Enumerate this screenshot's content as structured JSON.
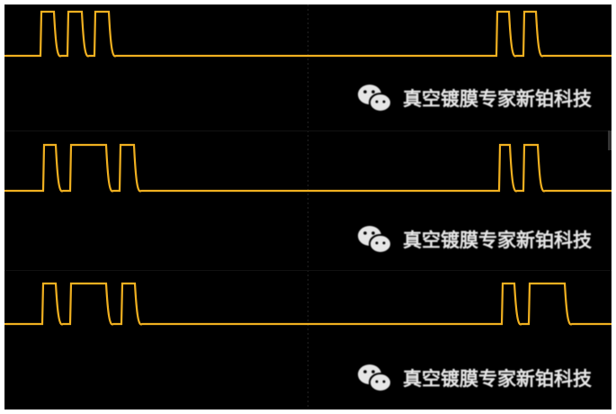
{
  "watermark": {
    "text": "真空镀膜专家新铂科技",
    "icon": "wechat-icon"
  },
  "colors": {
    "trace": "#f0b020",
    "background": "#000000",
    "watermark": "#e6e6e6"
  },
  "panels": [
    {
      "watermark_text": "真空镀膜专家新铂科技"
    },
    {
      "watermark_text": "真空镀膜专家新铂科技"
    },
    {
      "watermark_text": "真空镀膜专家新铂科技"
    }
  ]
}
